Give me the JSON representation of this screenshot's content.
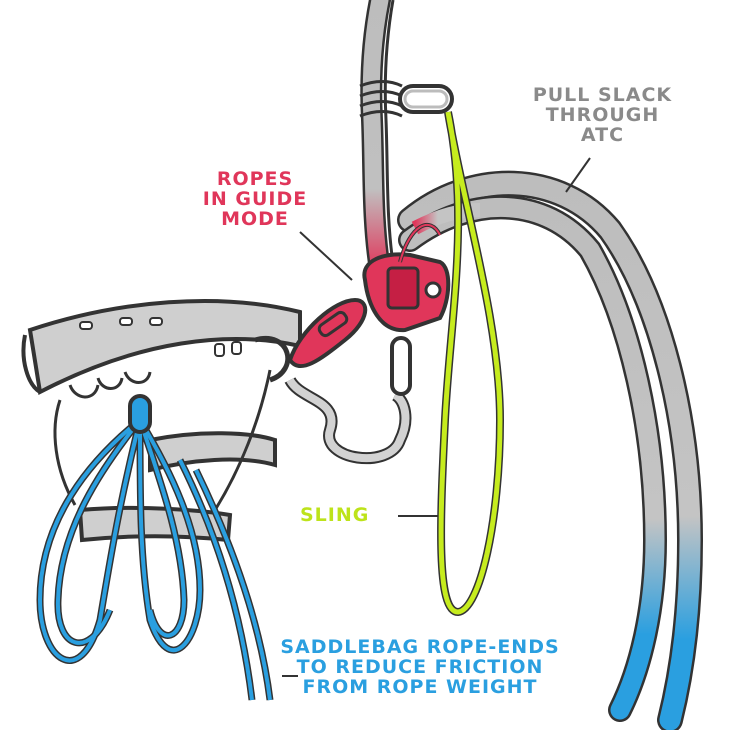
{
  "labels": {
    "ropes_guide_mode": [
      "ROPES",
      "IN GUIDE",
      "MODE"
    ],
    "pull_slack": [
      "PULL SLACK",
      "THROUGH",
      "ATC"
    ],
    "sling": [
      "SLING"
    ],
    "saddlebag": [
      "SADDLEBAG ROPE-ENDS",
      "TO REDUCE FRICTION",
      "FROM ROPE WEIGHT"
    ]
  },
  "colors": {
    "rope_gray": "#b8b8b8",
    "outline": "#333333",
    "device_red": "#e0365a",
    "sling_green": "#c6ec1e",
    "rope_blue": "#2a9fe0",
    "harness_gray": "#cfcfcf",
    "label_red": "#e0365a",
    "label_gray": "#8a8a8a",
    "label_green": "#bde31a",
    "label_blue": "#2a9fe0"
  }
}
